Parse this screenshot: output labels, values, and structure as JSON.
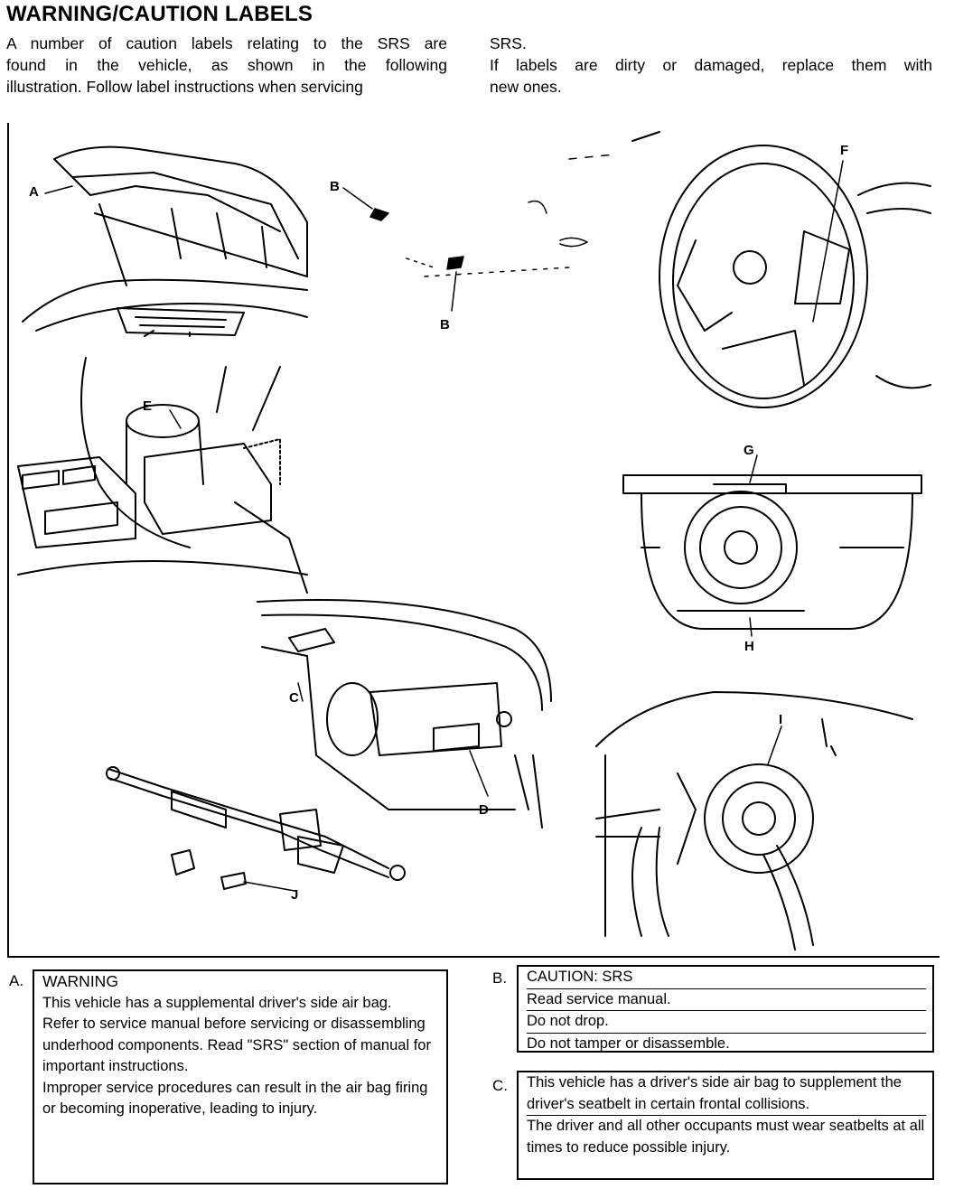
{
  "title": "WARNING/CAUTION LABELS",
  "intro": {
    "left_lines": [
      "A number of caution labels relating to the SRS are",
      "found in the vehicle, as shown in the following",
      "illustration. Follow label instructions when servicing"
    ],
    "right_lines": [
      "SRS.",
      "If labels are dirty or damaged, replace them with",
      "new ones."
    ]
  },
  "callouts": {
    "a": "A",
    "b1": "B",
    "b2": "B",
    "c": "C",
    "d": "D",
    "e": "E",
    "f": "F",
    "g": "G",
    "h": "H",
    "i": "I",
    "j": "J"
  },
  "labels": {
    "a": {
      "letter": "A.",
      "header": "WARNING",
      "paragraphs": [
        "This vehicle has a supplemental driver's side air bag.",
        "Refer to service manual before servicing or disassembling underhood components. Read \"SRS\" section of manual for important instructions.",
        "Improper service procedures can result in the air bag firing or becoming inoperative, leading to injury."
      ]
    },
    "b": {
      "letter": "B.",
      "rows": [
        "CAUTION: SRS",
        "Read service manual.",
        "Do not drop.",
        "Do not tamper or disassemble."
      ]
    },
    "c": {
      "letter": "C.",
      "rows": [
        "This vehicle has a driver's side air bag to supplement the driver's seatbelt in certain frontal collisions.",
        "The driver and all other occupants must wear seatbelts at all times to reduce possible injury."
      ]
    }
  }
}
